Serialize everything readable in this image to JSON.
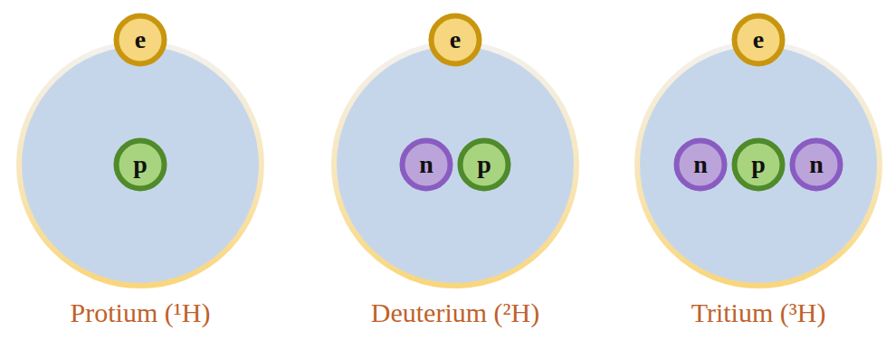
{
  "diagram": {
    "nodes": [
      {
        "text": [
          "Protium (¹H)"
        ]
      },
      {
        "text": [
          "e"
        ],
        "in": 0
      },
      {
        "text": [
          "p"
        ],
        "in": 0
      },
      {
        "text": [
          "Deuterium (²H)"
        ]
      },
      {
        "text": [
          "e"
        ],
        "in": 3
      },
      {
        "text": [
          "n"
        ],
        "in": 3
      },
      {
        "text": [
          "p"
        ],
        "in": 3
      },
      {
        "text": [
          "Tritium (³H)"
        ]
      },
      {
        "text": [
          "e"
        ],
        "in": 7
      },
      {
        "text": [
          "n"
        ],
        "in": 7
      },
      {
        "text": [
          "p"
        ],
        "in": 7
      },
      {
        "text": [
          "n"
        ],
        "in": 7
      }
    ]
  }
}
